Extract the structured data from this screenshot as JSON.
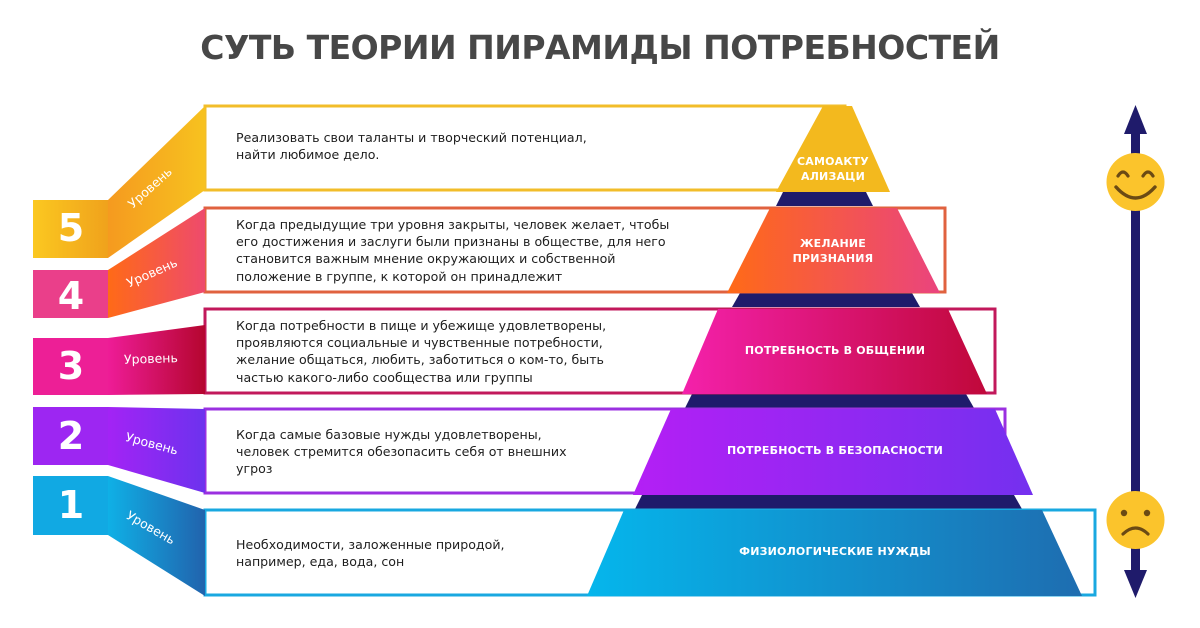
{
  "title": "СУТЬ ТЕОРИИ ПИРАМИДЫ ПОТРЕБНОСТЕЙ",
  "level_word": "Уровень",
  "levels": [
    {
      "number": "5",
      "label": "Уровень",
      "tier_name": "САМОАКТУ\nАЛИЗАЦИ",
      "description": "Реализовать свои таланты и творческий потенциал,\nнайти любимое дело.",
      "color_start": "#f9c51d",
      "color_end": "#f0a51e"
    },
    {
      "number": "4",
      "label": "Уровень",
      "tier_name": "ЖЕЛАНИЕ\nПРИЗНАНИЯ",
      "description": "Когда предыдущие три уровня закрыты, человек желает, чтобы\nего достижения и заслуги были признаны в обществе, для него\nстановится важным мнение окружающих и собственной\nположение в группе, к которой он принадлежит",
      "color_start": "#ff6a1a",
      "color_end": "#ec4479"
    },
    {
      "number": "3",
      "label": "Уровень",
      "tier_name": "ПОТРЕБНОСТЬ В ОБЩЕНИИ",
      "description": "Когда потребности в пище и убежище удовлетворены,\nпроявляются социальные и чувственные потребности,\nжелание общаться, любить, заботиться о ком-то, быть\nчастью какого-либо сообщества или группы",
      "color_start": "#f21ea8",
      "color_end": "#c4093e"
    },
    {
      "number": "2",
      "label": "Уровень",
      "tier_name": "ПОТРЕБНОСТЬ В БЕЗОПАСНОСТИ",
      "description": "Когда самые базовые нужды удовлетворены,\nчеловек стремится обезопасить себя от внешних\nугроз",
      "color_start": "#b21ef5",
      "color_end": "#7a2ef0"
    },
    {
      "number": "1",
      "label": "Уровень",
      "tier_name": "ФИЗИОЛОГИЧЕСКИЕ НУЖДЫ",
      "description": "Необходимости, заложенные природой,\nнапример, еда, вода, сон",
      "color_start": "#06b4ea",
      "color_end": "#1f6fb1"
    }
  ],
  "scale": {
    "top_icon": "happy-face",
    "bottom_icon": "sad-face",
    "arrow_color": "#1f1b6b",
    "face_color": "#fbc42c"
  },
  "colors": {
    "navy_band": "#1f1b6b",
    "title": "#474747"
  }
}
